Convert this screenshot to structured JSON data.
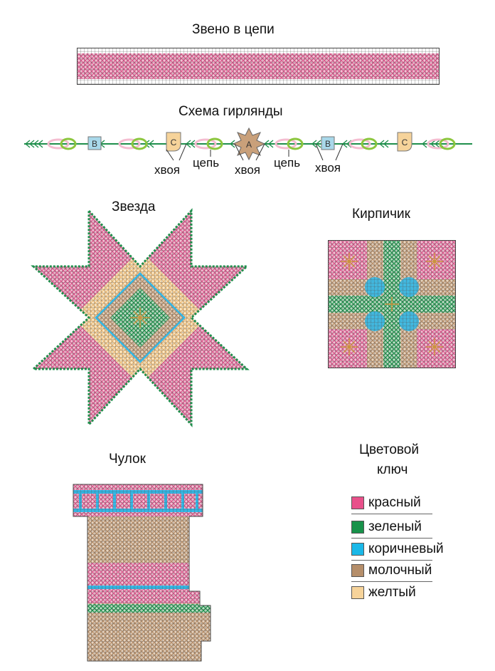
{
  "titles": {
    "chain_link": "Звено в цепи",
    "garland_scheme": "Схема гирлянды",
    "star": "Звезда",
    "brick": "Кирпичик",
    "stocking": "Чулок",
    "color_key_line1": "Цветовой",
    "color_key_line2": "ключ"
  },
  "garland": {
    "markers": {
      "a": "A",
      "b": "B",
      "c": "C"
    },
    "labels": [
      "хвоя",
      "цепь",
      "хвоя",
      "цепь",
      "хвоя"
    ]
  },
  "color_key": [
    {
      "label": "красный",
      "color": "#e8508a"
    },
    {
      "label": "зеленый",
      "color": "#18924a"
    },
    {
      "label": "коричневый",
      "color": "#1ab8e8"
    },
    {
      "label": "молочный",
      "color": "#b58e6a"
    },
    {
      "label": "желтый",
      "color": "#f6d39a"
    }
  ],
  "colors": {
    "pink": "#eaa4bf",
    "pink_dark": "#d8578b",
    "green": "#1f8f4c",
    "blue": "#33b8e6",
    "tan": "#c9a98a",
    "yellow": "#f5d7a6",
    "grid": "#555555"
  }
}
